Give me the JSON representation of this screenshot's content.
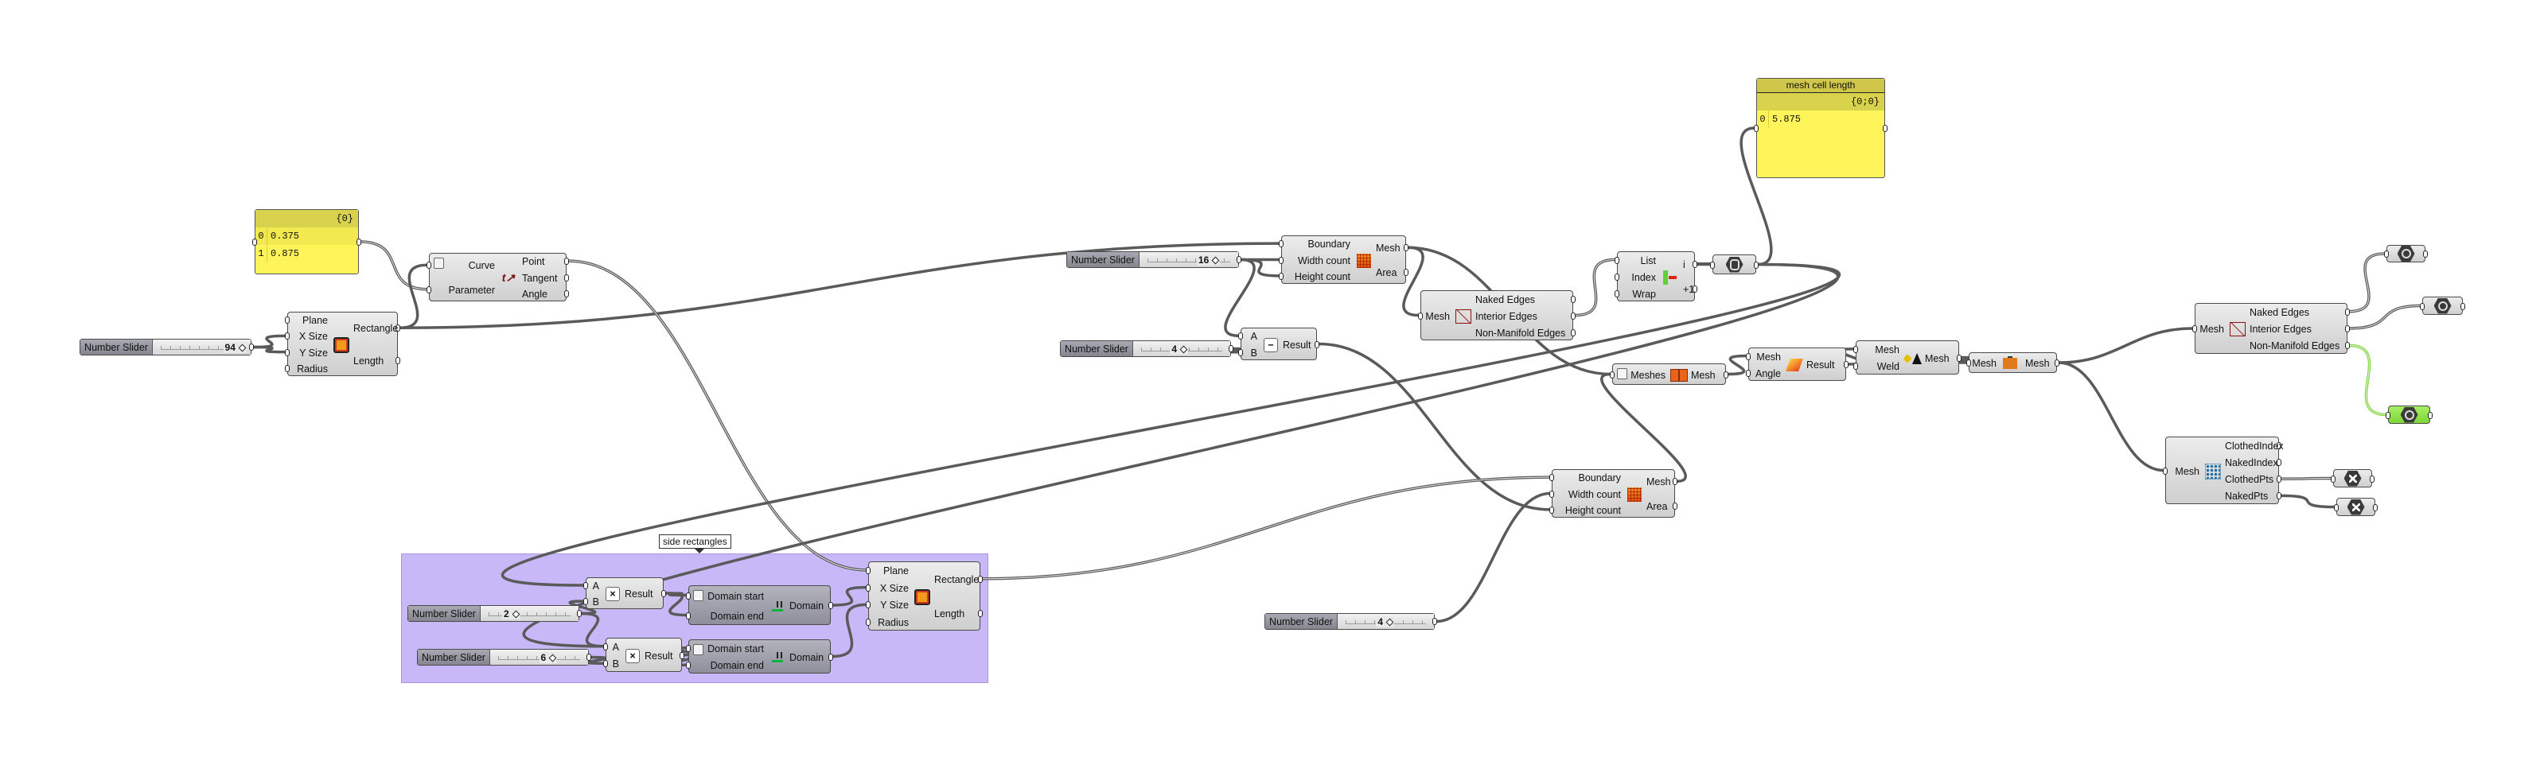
{
  "group": {
    "label": "side rectangles",
    "color": "#c9b8f8"
  },
  "panels": {
    "param_list": {
      "header": "{0}",
      "rows": [
        {
          "i": "0",
          "v": "0.375"
        },
        {
          "i": "1",
          "v": "0.875"
        }
      ]
    },
    "cell_length": {
      "title": "mesh cell length",
      "header": "{0;0}",
      "rows": [
        {
          "i": "0",
          "v": "5.875"
        }
      ]
    }
  },
  "sliders": {
    "s94": {
      "label": "Number Slider",
      "value": "94"
    },
    "s16": {
      "label": "Number Slider",
      "value": "16"
    },
    "s4a": {
      "label": "Number Slider",
      "value": "4"
    },
    "s4b": {
      "label": "Number Slider",
      "value": "4"
    },
    "s2": {
      "label": "Number Slider",
      "value": "2"
    },
    "s6": {
      "label": "Number Slider",
      "value": "6"
    }
  },
  "components": {
    "eval_curve": {
      "inputs": [
        "Curve",
        "Parameter"
      ],
      "outputs": [
        "Point",
        "Tangent",
        "Angle"
      ],
      "icon": "evaluate-curve-icon"
    },
    "rect1": {
      "inputs": [
        "Plane",
        "X Size",
        "Y Size",
        "Radius"
      ],
      "outputs": [
        "Rectangle",
        "Length"
      ],
      "icon": "rectangle-icon"
    },
    "mesh_plane1": {
      "inputs": [
        "Boundary",
        "Width count",
        "Height count"
      ],
      "outputs": [
        "Mesh",
        "Area"
      ],
      "icon": "mesh-plane-icon"
    },
    "mesh_edges1": {
      "inputs": [
        "Mesh"
      ],
      "outputs": [
        "Naked Edges",
        "Interior Edges",
        "Non-Manifold Edges"
      ],
      "icon": "mesh-edges-icon"
    },
    "subtraction": {
      "inputs": [
        "A",
        "B"
      ],
      "outputs": [
        "Result"
      ],
      "icon": "minus-icon"
    },
    "list_item": {
      "inputs": [
        "List",
        "Index",
        "Wrap"
      ],
      "outputs": [
        "i",
        "+1"
      ],
      "icon": "list-item-icon"
    },
    "mesh_join": {
      "inputs": [
        "Meshes"
      ],
      "outputs": [
        "Mesh"
      ],
      "icon": "mesh-join-icon"
    },
    "unweld": {
      "inputs": [
        "Mesh",
        "Angle"
      ],
      "outputs": [
        "Result"
      ],
      "icon": "unweld-icon"
    },
    "weld": {
      "inputs": [
        "Mesh",
        "Weld"
      ],
      "outputs": [
        "Mesh"
      ],
      "icon": "weld-icon"
    },
    "mesh_normals": {
      "inputs": [
        "Mesh"
      ],
      "outputs": [
        "Mesh"
      ],
      "icon": "mesh-normals-icon"
    },
    "mesh_edges2": {
      "inputs": [
        "Mesh"
      ],
      "outputs": [
        "Naked Edges",
        "Interior Edges",
        "Non-Manifold Edges"
      ],
      "icon": "mesh-edges-icon"
    },
    "naked_vertices": {
      "inputs": [
        "Mesh"
      ],
      "outputs": [
        "ClothedIndex",
        "NakedIndex",
        "ClothedPts",
        "NakedPts"
      ],
      "icon": "naked-vertices-icon"
    },
    "mesh_plane2": {
      "inputs": [
        "Boundary",
        "Width count",
        "Height count"
      ],
      "outputs": [
        "Mesh",
        "Area"
      ],
      "icon": "mesh-plane-icon"
    },
    "mult1": {
      "inputs": [
        "A",
        "B"
      ],
      "outputs": [
        "Result"
      ],
      "icon": "multiply-icon"
    },
    "mult2": {
      "inputs": [
        "A",
        "B"
      ],
      "outputs": [
        "Result"
      ],
      "icon": "multiply-icon"
    },
    "domain1": {
      "inputs": [
        "Domain start",
        "Domain end"
      ],
      "outputs": [
        "Domain"
      ],
      "icon": "construct-domain-icon"
    },
    "domain2": {
      "inputs": [
        "Domain start",
        "Domain end"
      ],
      "outputs": [
        "Domain"
      ],
      "icon": "construct-domain-icon"
    },
    "rect2": {
      "inputs": [
        "Plane",
        "X Size",
        "Y Size",
        "Radius"
      ],
      "outputs": [
        "Rectangle",
        "Length"
      ],
      "icon": "rectangle-icon"
    }
  },
  "params": {
    "int_param": {
      "icon": "integer-param-icon"
    },
    "curve_out1": {
      "icon": "curve-param-icon"
    },
    "curve_out2": {
      "icon": "curve-param-icon"
    },
    "curve_out3": {
      "icon": "curve-param-icon",
      "state": "selected"
    },
    "point_out1": {
      "icon": "point-param-icon"
    },
    "point_out2": {
      "icon": "point-param-icon"
    }
  },
  "colors": {
    "wire": "#5a5a5a",
    "panel": "#fff55a",
    "selected": "#86dc40",
    "group": "#c9b8f8"
  }
}
